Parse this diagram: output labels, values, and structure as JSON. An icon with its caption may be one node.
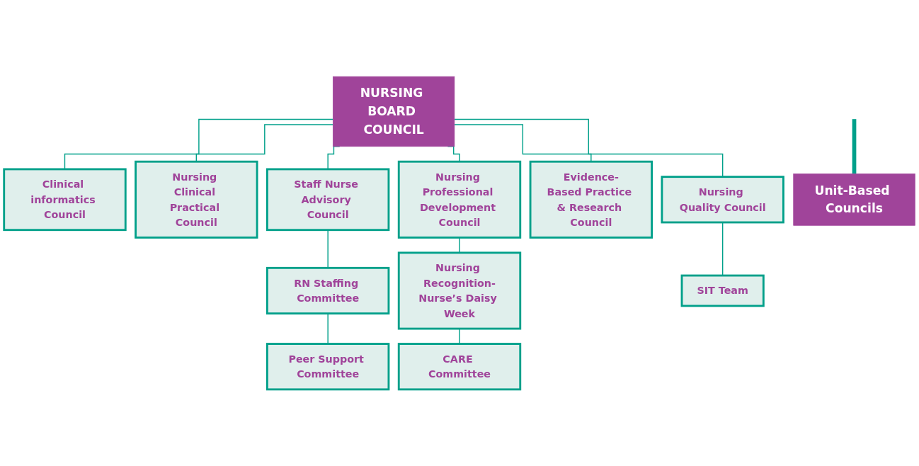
{
  "diagram": {
    "nodes": [
      {
        "text": [
          "NURSING BOARD COUNCIL"
        ]
      },
      {
        "text": [
          "Clinical informatics Council"
        ]
      },
      {
        "text": [
          "Nursing Clinical Practical Council"
        ]
      },
      {
        "text": [
          "Staff Nurse Advisory Council"
        ]
      },
      {
        "text": [
          "Nursing Professional Development Council"
        ]
      },
      {
        "text": [
          "Evidence-Based Practice & Research Council"
        ]
      },
      {
        "text": [
          "Nursing Quality Council"
        ]
      },
      {
        "text": [
          "RN Staffing Committee"
        ]
      },
      {
        "text": [
          "Nursing Recognition-Nurse’s Daisy Week"
        ]
      },
      {
        "text": [
          "SIT Team"
        ]
      },
      {
        "text": [
          "Peer Support Committee"
        ]
      },
      {
        "text": [
          "CARE Committee"
        ]
      },
      {
        "text": [
          "Unit-Based Councils"
        ]
      }
    ],
    "edges": [
      {
        "from": 0,
        "to": 1,
        "arrow": "none"
      },
      {
        "from": 0,
        "to": 2,
        "arrow": "none"
      },
      {
        "from": 0,
        "to": 3,
        "arrow": "none"
      },
      {
        "from": 0,
        "to": 4,
        "arrow": "none"
      },
      {
        "from": 0,
        "to": 5,
        "arrow": "none"
      },
      {
        "from": 0,
        "to": 6,
        "arrow": "none"
      },
      {
        "from": 3,
        "to": 7,
        "arrow": "none"
      },
      {
        "from": 7,
        "to": 10,
        "arrow": "none"
      },
      {
        "from": 4,
        "to": 8,
        "arrow": "none"
      },
      {
        "from": 8,
        "to": 11,
        "arrow": "none"
      },
      {
        "from": 6,
        "to": 9,
        "arrow": "none"
      },
      {
        "from": null,
        "to": 12,
        "arrow": "none",
        "style": "thick"
      }
    ]
  }
}
